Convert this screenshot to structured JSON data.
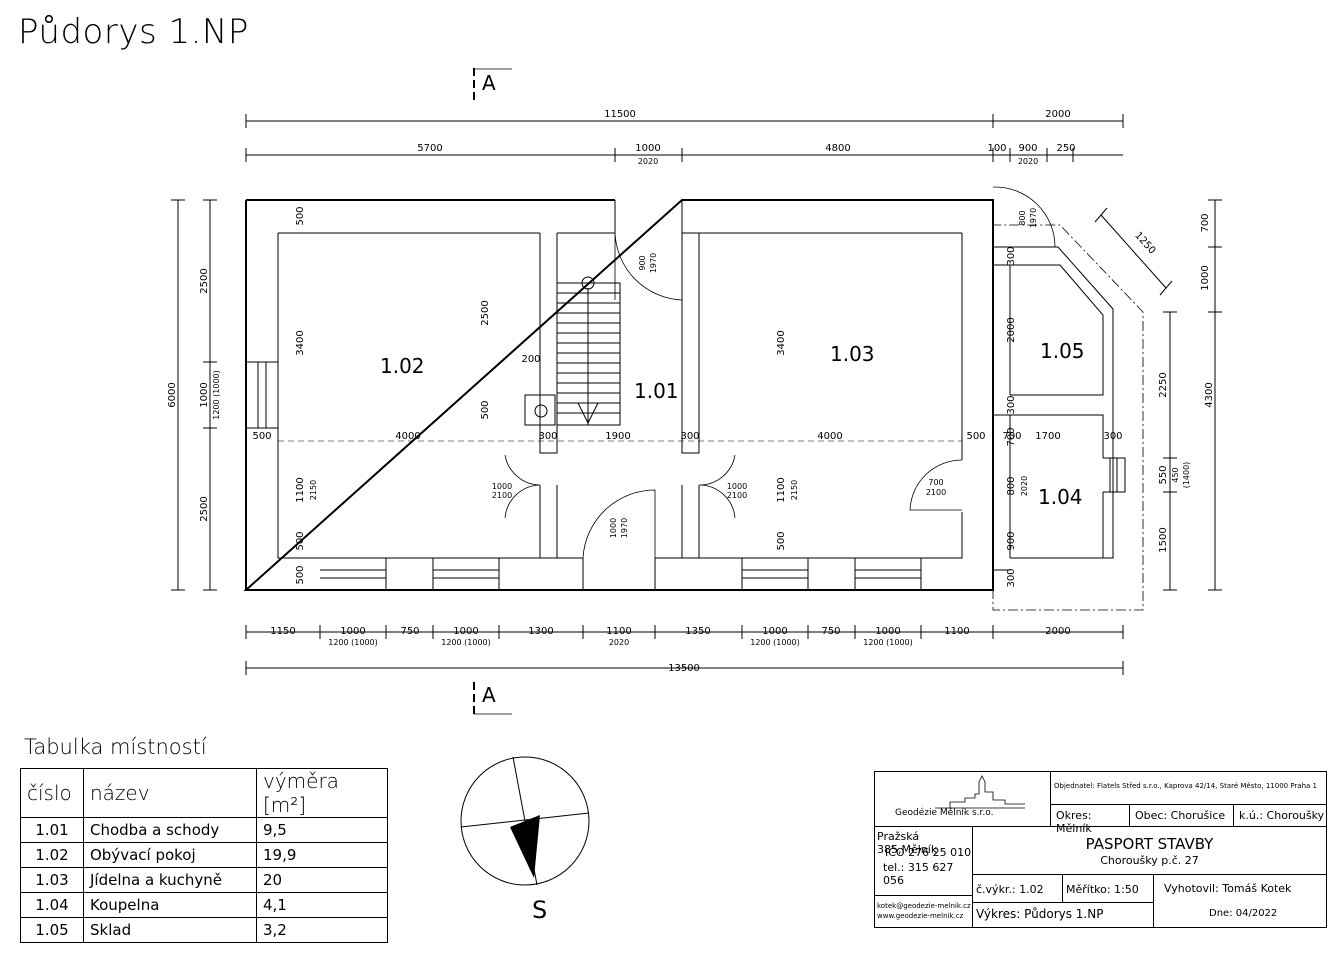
{
  "title": "Půdorys 1.NP",
  "section_label": "A",
  "rooms": {
    "r101": "1.01",
    "r102": "1.02",
    "r103": "1.03",
    "r104": "1.04",
    "r105": "1.05"
  },
  "compass_label": "S",
  "dims": {
    "top_total": "11500",
    "top_right": "2000",
    "top_a": "5700",
    "top_b": "1000",
    "top_b2": "2020",
    "top_c": "4800",
    "top_d": "100",
    "top_e": "900",
    "top_e2": "2020",
    "top_f": "250",
    "bottom_total": "13500",
    "b1": "1150",
    "b2": "1000",
    "b2s": "1200 (1000)",
    "b3": "750",
    "b4": "1000",
    "b4s": "1200 (1000)",
    "b5": "1300",
    "b6": "1100",
    "b6s": "2020",
    "b7": "1350",
    "b8": "1000",
    "b8s": "1200 (1000)",
    "b9": "750",
    "b10": "1000",
    "b10s": "1200 (1000)",
    "b11": "1100",
    "b12": "2000",
    "left_total": "6000",
    "left_a": "2500",
    "left_b": "1000",
    "left_bs": "1200 (1000)",
    "left_c": "2500",
    "right_total": "4300",
    "r_a": "700",
    "r_b": "1000",
    "r_c": "2250",
    "r_d": "550",
    "r_ds": "450",
    "r_ds2": "(1400)",
    "r_e": "1500",
    "diag": "1250",
    "mid_500a": "500",
    "mid_4000a": "4000",
    "mid_300a": "300",
    "mid_1900": "1900",
    "mid_300b": "300",
    "mid_4000b": "4000",
    "mid_500b": "500",
    "mid_700": "700",
    "mid_1700": "1700",
    "mid_300c": "300",
    "v500a": "500",
    "v3400a": "3400",
    "v2500": "2500",
    "v200": "200",
    "v500b": "500",
    "v1100a": "1100",
    "v2150a": "2150",
    "v500c": "500",
    "v500d": "500",
    "door_900": "900",
    "door_1970": "1970",
    "door_1000a": "1000",
    "door_2100a": "2100",
    "door_1000b": "1000",
    "door_1970b": "1970",
    "door_1000c": "1000",
    "door_2100c": "2100",
    "v3400b": "3400",
    "v1100b": "1100",
    "v2150b": "2150",
    "v500e": "500",
    "door_700": "700",
    "door_2100d": "2100",
    "s300a": "300",
    "s2000": "2000",
    "s300b": "300",
    "s700": "700",
    "s800": "800",
    "s2020": "2020",
    "s900": "900",
    "s300c": "300",
    "door_800": "800",
    "door_1970c": "1970"
  },
  "table": {
    "title": "Tabulka místností",
    "headers": {
      "num": "číslo",
      "name": "název",
      "area": "výměra [m²]"
    },
    "rows": [
      {
        "num": "1.01",
        "name": "Chodba a schody",
        "area": "9,5"
      },
      {
        "num": "1.02",
        "name": "Obývací pokoj",
        "area": "19,9"
      },
      {
        "num": "1.03",
        "name": "Jídelna a kuchyně",
        "area": "20"
      },
      {
        "num": "1.04",
        "name": "Koupelna",
        "area": "4,1"
      },
      {
        "num": "1.05",
        "name": "Sklad",
        "area": "3,2"
      }
    ]
  },
  "titleblock": {
    "company": "Geodézie Mělník s.r.o.",
    "client": "Objednatel: Flatels Střed s.r.o., Kaprova 42/14, Staré Město, 11000 Praha 1",
    "okres": "Okres: Mělník",
    "obec": "Obec: Chorušice",
    "ku": "k.ú.: Choroušky",
    "address1": "Pražská 385,Mělník",
    "ico": "IČO 276 25 010",
    "tel": "tel.: 315 627 056",
    "project": "PASPORT STAVBY",
    "project_sub": "Choroušky p.č. 27",
    "drawing_no": "č.výkr.: 1.02",
    "scale": "Měřítko: 1:50",
    "author": "Vyhotovil: Tomáš Kotek",
    "email": "kotek@geodezie-melnik.cz",
    "web": "www.geodezie-melnik.cz",
    "drawing": "Výkres: Půdorys 1.NP",
    "date": "Dne: 04/2022"
  }
}
